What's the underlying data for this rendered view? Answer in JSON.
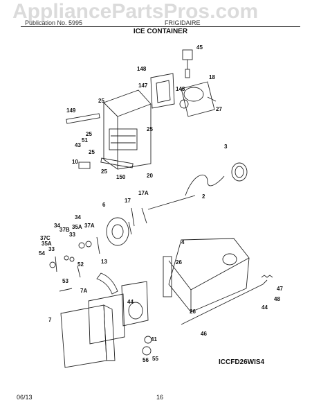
{
  "watermark": "AppliancePartsPros.com",
  "header": {
    "left": "Publication No. 5995",
    "right": "FRIGIDAIRE",
    "title": "ICE CONTAINER"
  },
  "diagram_id": "ICCFD26WIS4",
  "footer": {
    "date": "06/13",
    "page": "16"
  },
  "callouts": [
    "45",
    "148",
    "18",
    "147",
    "148",
    "25",
    "27",
    "149",
    "25",
    "25",
    "3",
    "51",
    "43",
    "25",
    "10",
    "25",
    "150",
    "20",
    "17A",
    "2",
    "6",
    "17",
    "34",
    "34",
    "37B",
    "35A",
    "37A",
    "33",
    "37C",
    "35A",
    "33",
    "4",
    "54",
    "52",
    "13",
    "26",
    "53",
    "7A",
    "44",
    "47",
    "48",
    "44",
    "26",
    "7",
    "46",
    "41",
    "55",
    "56"
  ],
  "colors": {
    "line": "#222222",
    "background": "#ffffff"
  }
}
